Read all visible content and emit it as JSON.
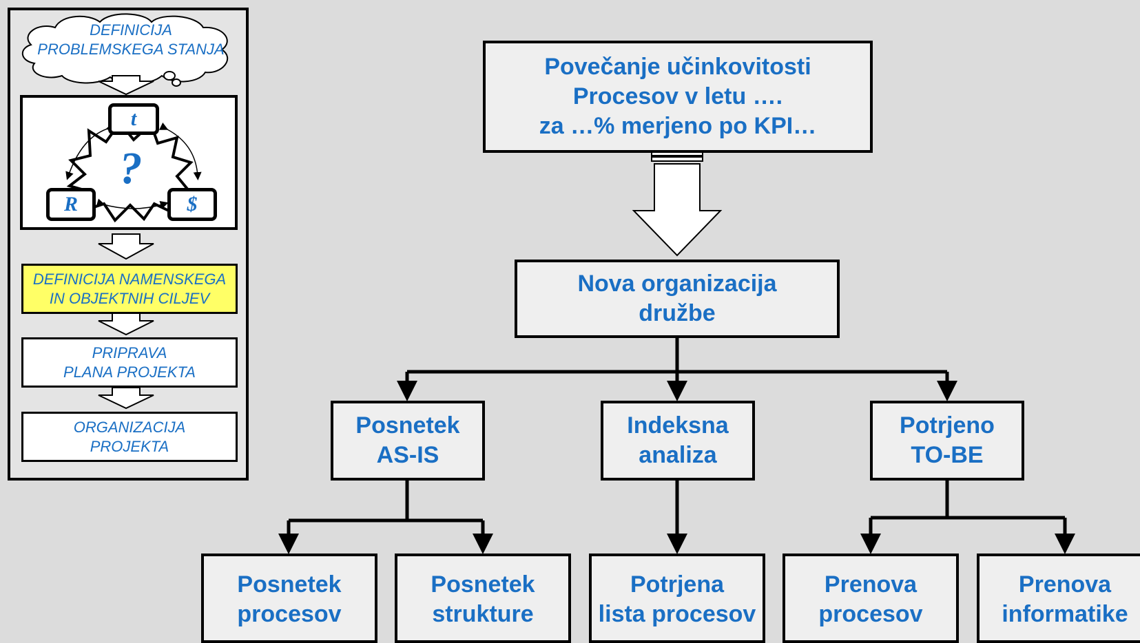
{
  "sidebar": {
    "cloud_lines": [
      "DEFINICIJA",
      "PROBLEMSKEGA STANJA"
    ],
    "center_symbol": "?",
    "triangle": {
      "top": "t",
      "left": "R",
      "right": "$"
    },
    "goals_lines": [
      "DEFINICIJA NAMENSKEGA",
      "IN OBJEKTNIH CILJEV"
    ],
    "plan_lines": [
      "PRIPRAVA",
      "PLANA PROJEKTA"
    ],
    "org_lines": [
      "ORGANIZACIJA",
      "PROJEKTA"
    ]
  },
  "tree": {
    "goal_lines": [
      "Povečanje učinkovitosti",
      "Procesov v letu ….",
      "za …% merjeno po KPI…"
    ],
    "root_lines": [
      "Nova organizacija",
      "družbe"
    ],
    "level2": [
      {
        "lines": [
          "Posnetek",
          "AS-IS"
        ]
      },
      {
        "lines": [
          "Indeksna",
          "analiza"
        ]
      },
      {
        "lines": [
          "Potrjeno",
          "TO-BE"
        ]
      }
    ],
    "level3": [
      {
        "lines": [
          "Posnetek",
          "procesov"
        ]
      },
      {
        "lines": [
          "Posnetek",
          "strukture"
        ]
      },
      {
        "lines": [
          "Potrjena",
          "lista procesov"
        ]
      },
      {
        "lines": [
          "Prenova",
          "procesov"
        ]
      },
      {
        "lines": [
          "Prenova",
          "informatike"
        ]
      }
    ]
  },
  "colors": {
    "text_blue": "#1a6fc4",
    "highlight_yellow": "#ffff66",
    "background": "#dcdcdc",
    "box_fill": "#efefef"
  }
}
